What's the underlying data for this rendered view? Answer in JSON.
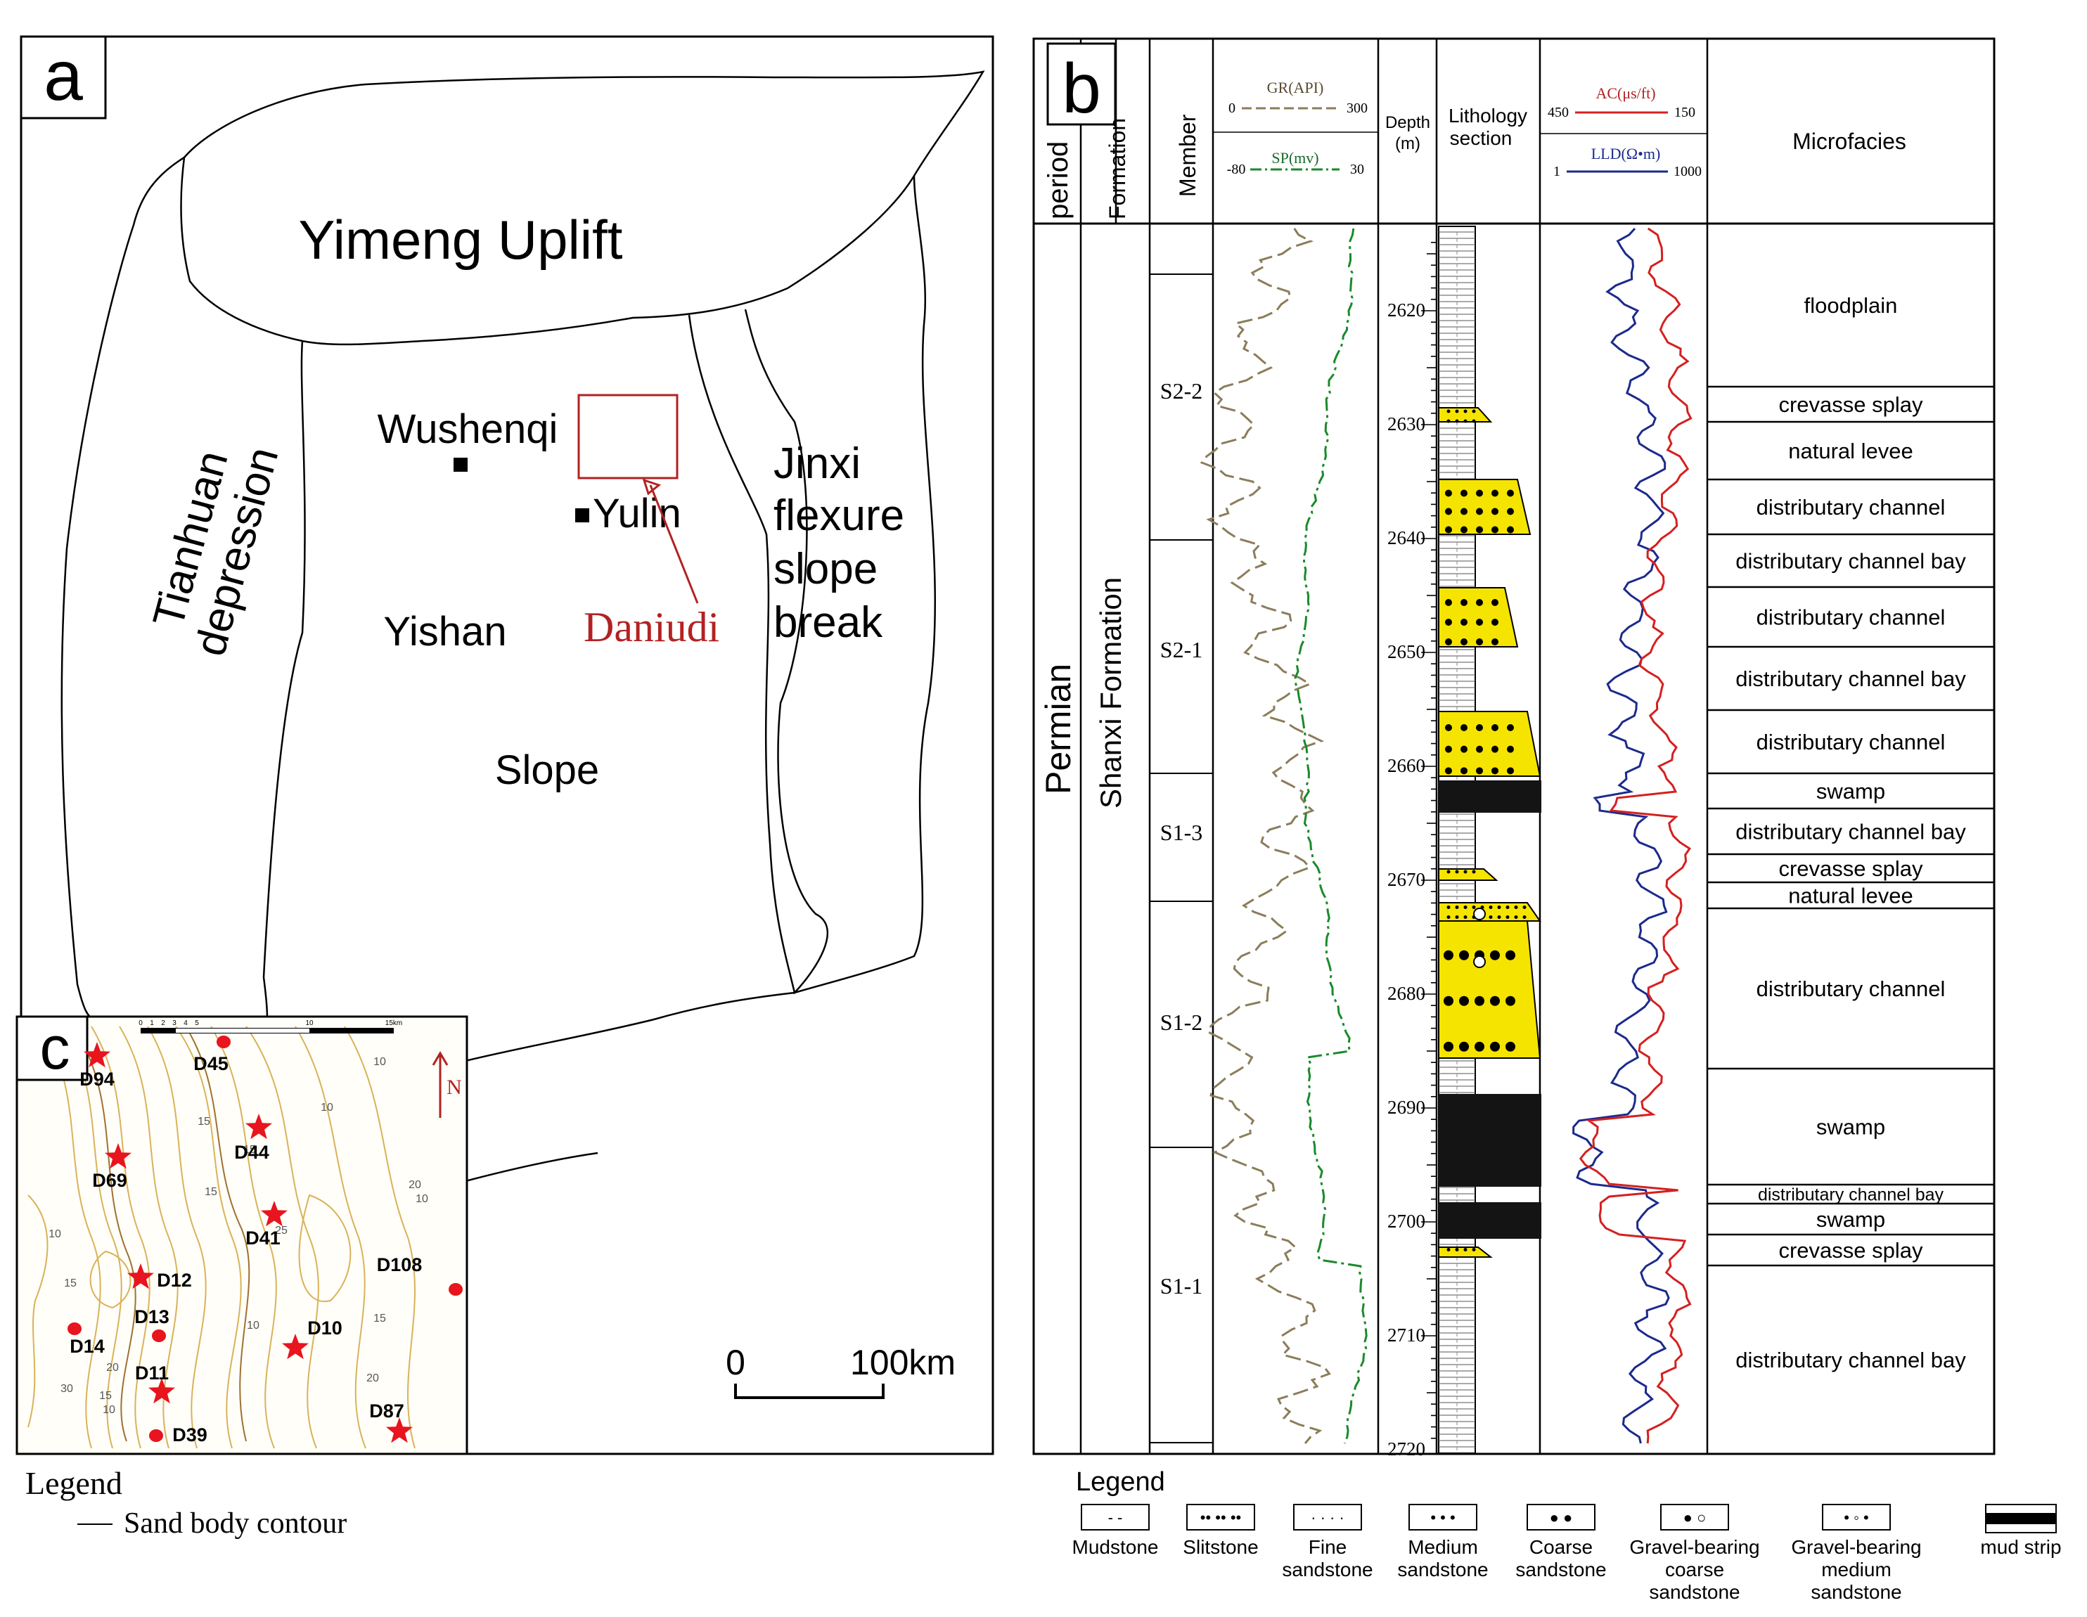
{
  "panel_a": {
    "label": "a",
    "regions": {
      "yimeng": "Yimeng Uplift",
      "tianhuan": [
        "Tianhuan",
        "depression"
      ],
      "jinxi": [
        "Jinxi",
        "flexure",
        "slope",
        "break"
      ],
      "yishan": "Yishan",
      "slope": "Slope"
    },
    "places": {
      "wushenqi": "Wushenqi",
      "yulin": "Yulin",
      "daniudi": "Daniudi"
    },
    "scale_bar": {
      "zero": "0",
      "label": "100km"
    },
    "legend_title": "Legend",
    "legend_item": "Sand body contour"
  },
  "panel_c": {
    "label": "c",
    "north": "N",
    "wells_star": [
      "D94",
      "D69",
      "D44",
      "D41",
      "D12",
      "D11",
      "D10",
      "D87"
    ],
    "wells_dot": [
      "D45",
      "D108",
      "D13",
      "D14",
      "D39"
    ],
    "contour_labels": [
      "10",
      "15",
      "20",
      "25",
      "30"
    ],
    "scale_ticks": [
      "0",
      "1",
      "2",
      "3",
      "4",
      "5",
      "10",
      "15km"
    ]
  },
  "panel_b": {
    "label": "b",
    "headers": {
      "period": "period",
      "formation": "Formation",
      "member": "Member",
      "gr": "GR(API)",
      "gr_min": "0",
      "gr_max": "300",
      "sp": "SP(mv)",
      "sp_min": "-80",
      "sp_max": "30",
      "depth": "Depth",
      "depth_unit": "(m)",
      "lithology": "Lithology",
      "section": "section",
      "ac": "AC(μs/ft)",
      "ac_min": "450",
      "ac_max": "150",
      "lld": "LLD(Ω•m)",
      "lld_min": "1",
      "lld_max": "1000",
      "microfacies": "Microfacies"
    },
    "period": "Permian",
    "formation": "Shanxi Formation",
    "members": [
      "S2-2",
      "S2-1",
      "S1-3",
      "S1-2",
      "S1-1"
    ],
    "depth_ticks": [
      "2620",
      "2630",
      "2640",
      "2650",
      "2660",
      "2670",
      "2680",
      "2690",
      "2700",
      "2710",
      "2720"
    ],
    "microfacies": [
      "floodplain",
      "crevasse splay",
      "natural levee",
      "distributary channel",
      "distributary channel bay",
      "distributary channel",
      "distributary channel bay",
      "distributary channel",
      "swamp",
      "distributary channel bay",
      "crevasse splay",
      "natural levee",
      "distributary channel",
      "swamp",
      "distributary channel bay",
      "swamp",
      "crevasse splay",
      "distributary channel bay"
    ],
    "legend_title": "Legend",
    "legend_items": [
      [
        "Mudstone"
      ],
      [
        "Slitstone"
      ],
      [
        "Fine",
        "sandstone"
      ],
      [
        "Medium",
        "sandstone"
      ],
      [
        "Coarse",
        "sandstone"
      ],
      [
        "Gravel-bearing",
        "coarse",
        "sandstone"
      ],
      [
        "Gravel-bearing",
        "medium",
        "sandstone"
      ],
      [
        "mud strip"
      ]
    ],
    "colors": {
      "sand": "#f5e400",
      "gr": "#8b7d5a",
      "sp": "#1a8a2a",
      "ac": "#d42020",
      "lld": "#1b2a8c",
      "daniudi": "#b22222"
    }
  }
}
